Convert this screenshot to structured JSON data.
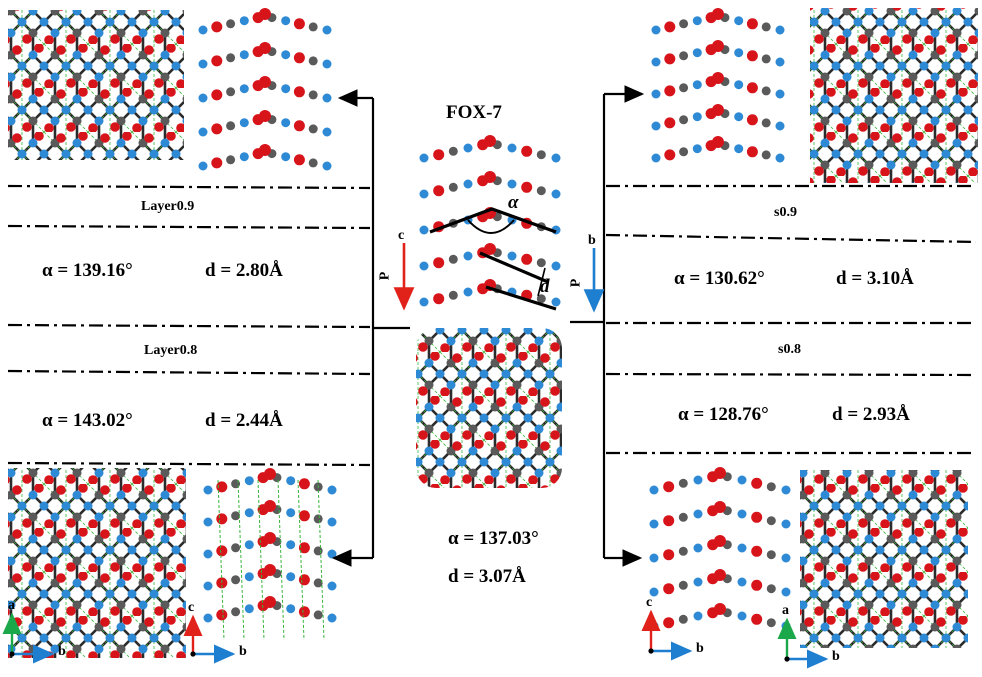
{
  "center": {
    "title": "FOX-7",
    "alpha": "α = 137.03°",
    "d": "d = 3.07Å",
    "angle_symbol": "α",
    "distance_symbol": "d"
  },
  "left": {
    "layer_top": {
      "label": "Layer0.9",
      "alpha": "α = 139.16°",
      "d": "d = 2.80Å"
    },
    "layer_bottom": {
      "label": "Layer0.8",
      "alpha": "α = 143.02°",
      "d": "d = 2.44Å"
    },
    "pressure_axis": "c",
    "pressure_symbol": "P"
  },
  "right": {
    "layer_top": {
      "label": "s0.9",
      "alpha": "α = 130.62°",
      "d": "d = 3.10Å"
    },
    "layer_bottom": {
      "label": "s0.8",
      "alpha": "α = 128.76°",
      "d": "d = 2.93Å"
    },
    "pressure_axis": "b",
    "pressure_symbol": "P"
  },
  "axes": {
    "bl1": {
      "up": "a",
      "right": "b"
    },
    "bl2": {
      "up": "c",
      "right": "b"
    },
    "br1": {
      "up": "c",
      "right": "b"
    },
    "br2": {
      "up": "a",
      "right": "b"
    }
  },
  "colors": {
    "nitrogen": "#2f8ad6",
    "oxygen": "#d8141b",
    "carbon": "#5a5a5a",
    "hbond": "#37b53a",
    "arrow_red": "#e0221b",
    "arrow_blue": "#1e7fd0",
    "axis_green": "#1aa84a"
  }
}
